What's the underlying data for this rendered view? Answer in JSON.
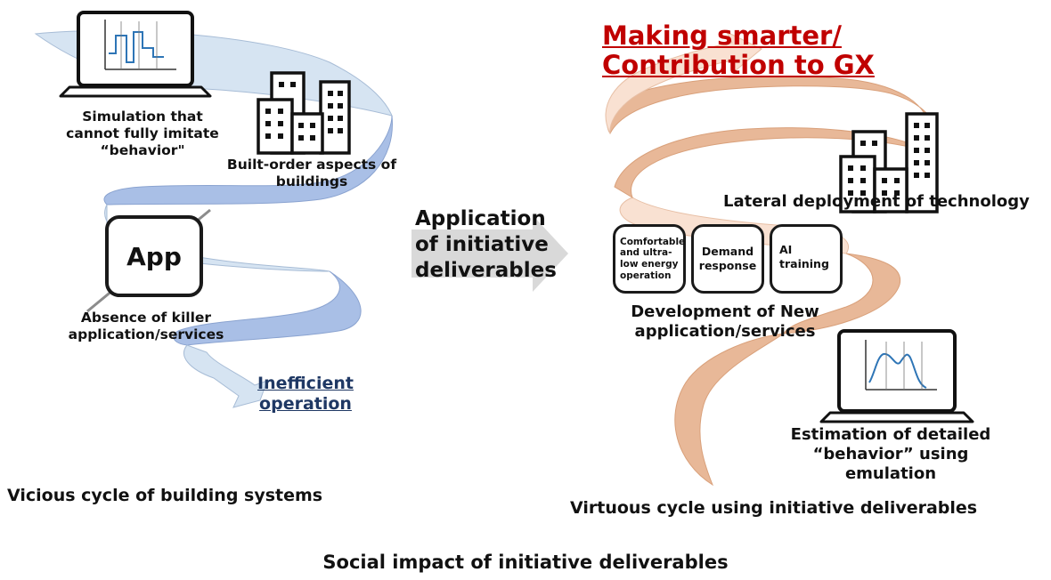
{
  "left": {
    "simulation_text": "Simulation that cannot fully imitate “behavior\"",
    "built_order_text": "Built-order aspects of buildings",
    "app_label": "App",
    "absence_text": "Absence of killer application/services",
    "inefficient_text": "Inefficient operation",
    "caption": "Vicious cycle of building systems"
  },
  "middle": {
    "arrow_text": "Application of initiative deliverables"
  },
  "right": {
    "title": "Making smarter/ Contribution to GX",
    "lateral_text": "Lateral deployment of technology",
    "app_boxes": [
      "Comfortable and ultra-low energy operation",
      "Demand response",
      "AI training"
    ],
    "development_text": "Development of New application/services",
    "estimation_text": "Estimation of detailed “behavior” using emulation",
    "caption": "Virtuous cycle using initiative deliverables"
  },
  "footer": {
    "title": "Social impact of initiative deliverables"
  },
  "colors": {
    "vicious_ribbon": "#d6e4f2",
    "vicious_ribbon_dark": "#a9bfe6",
    "virtuous_ribbon": "#e8b898",
    "virtuous_ribbon_light": "#f9e1d2",
    "highlight_red": "#c00000",
    "highlight_navy": "#1f3864",
    "middle_arrow": "#d9d9d9"
  }
}
